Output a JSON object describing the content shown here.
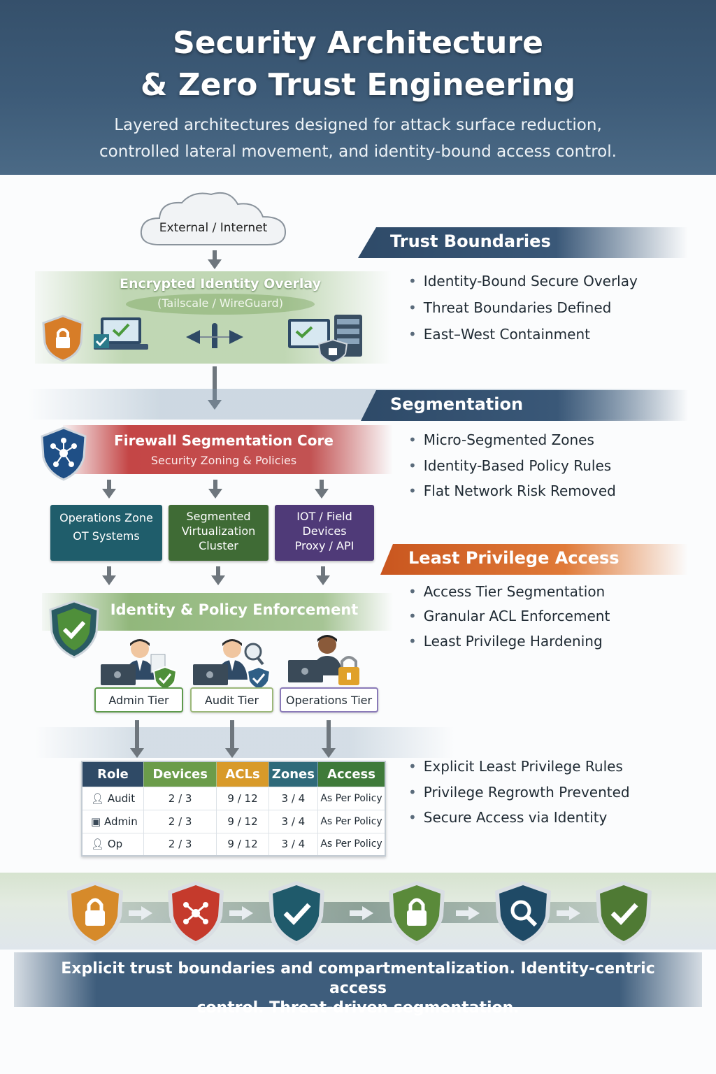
{
  "header": {
    "title_line1": "Security Architecture",
    "title_line2": "& Zero Trust Engineering",
    "subtitle_line1": "Layered architectures designed for attack surface reduction,",
    "subtitle_line2": "controlled lateral movement, and identity-bound access control."
  },
  "diagram": {
    "cloud_label": "External / Internet",
    "overlay_title": "Encrypted Identity Overlay",
    "overlay_subtitle": "(Tailscale / WireGuard)",
    "firewall_title": "Firewall Segmentation Core",
    "firewall_subtitle": "Security Zoning & Policies",
    "zones": [
      {
        "line1": "Operations Zone",
        "line2": "OT Systems",
        "line3": "",
        "color": "#1f5d6b"
      },
      {
        "line1": "Segmented",
        "line2": "Virtualization",
        "line3": "Cluster",
        "color": "#3f6b35"
      },
      {
        "line1": "IOT  / Field",
        "line2": "Devices",
        "line3": "Proxy / API",
        "color": "#4f3a78"
      }
    ],
    "identity_title": "Identity & Policy Enforcement",
    "tiers": [
      {
        "label": "Admin Tier",
        "border": "#5e9a4c"
      },
      {
        "label": "Audit Tier",
        "border": "#9cb87a"
      },
      {
        "label": "Operations Tier",
        "border": "#8a7ab8"
      }
    ]
  },
  "sections": {
    "trust": {
      "heading": "Trust Boundaries",
      "color": "#3a5878",
      "bullets": [
        "Identity-Bound Secure Overlay",
        "Threat Boundaries Defined",
        "East–West Containment"
      ]
    },
    "segmentation": {
      "heading": "Segmentation",
      "color": "#3a5878",
      "bullets": [
        "Micro-Segmented Zones",
        "Identity-Based Policy Rules",
        "Flat Network Risk Removed"
      ]
    },
    "least": {
      "heading": "Least Privilege Access",
      "color": "#d9662c",
      "bullets": [
        "Access Tier Segmentation",
        "Granular ACL Enforcement",
        "Least Privilege Hardening"
      ]
    },
    "rules": {
      "bullets": [
        "Explicit Least Privilege Rules",
        "Privilege Regrowth Prevented",
        "Secure Access via Identity"
      ]
    }
  },
  "table": {
    "headers": [
      "Role",
      "Devices",
      "ACLs",
      "Zones",
      "Access"
    ],
    "header_colors": [
      "#2f4a66",
      "#6b9c4a",
      "#d89a2a",
      "#2f6a7a",
      "#3f7a3a"
    ],
    "rows": [
      {
        "role": "Audit",
        "devices": "2 / 3",
        "acls": "9 / 12",
        "zones": "3 / 4",
        "access": "As Per Policy"
      },
      {
        "role": "Admin",
        "devices": "2 / 3",
        "acls": "9 / 12",
        "zones": "3 / 4",
        "access": "As Per Policy"
      },
      {
        "role": "Op",
        "devices": "2 / 3",
        "acls": "9 / 12",
        "zones": "3 / 4",
        "access": "As Per Policy"
      }
    ]
  },
  "shield_row": [
    {
      "icon": "lock-icon",
      "color": "#d68a2a"
    },
    {
      "icon": "network-icon",
      "color": "#c53a2c"
    },
    {
      "icon": "check-icon",
      "color": "#1f5a6b"
    },
    {
      "icon": "lock-icon",
      "color": "#5a8a3a"
    },
    {
      "icon": "search-icon",
      "color": "#1f4a66"
    },
    {
      "icon": "check-icon",
      "color": "#4f7a34"
    }
  ],
  "footer": {
    "line1": "Explicit trust boundaries and compartmentalization. Identity-centric access",
    "line2": "control. Threat-driven segmentation."
  }
}
